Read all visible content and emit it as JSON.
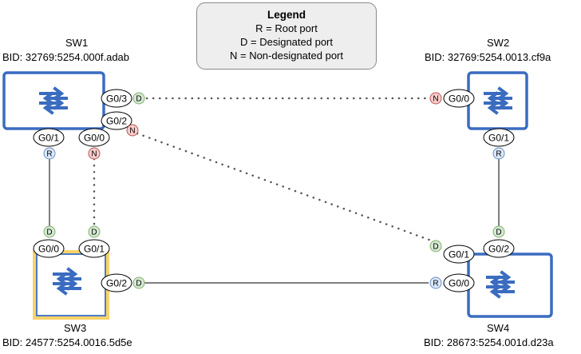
{
  "legend": {
    "title": "Legend",
    "items": [
      "R = Root port",
      "D = Designated port",
      "N = Non-designated port"
    ]
  },
  "switches": [
    {
      "id": "sw1",
      "name": "SW1",
      "bid": "BID: 32769:5254.000f.adab",
      "is_root_bridge": false
    },
    {
      "id": "sw2",
      "name": "SW2",
      "bid": "BID: 32769:5254.0013.cf9a",
      "is_root_bridge": false
    },
    {
      "id": "sw3",
      "name": "SW3",
      "bid": "BID: 24577:5254.0016.5d5e",
      "is_root_bridge": true
    },
    {
      "id": "sw4",
      "name": "SW4",
      "bid": "BID: 28673:5254.001d.d23a",
      "is_root_bridge": false
    }
  ],
  "ports": [
    {
      "id": "sw1-g03",
      "switch": "SW1",
      "label": "G0/3",
      "role": "D"
    },
    {
      "id": "sw1-g02",
      "switch": "SW1",
      "label": "G0/2",
      "role": "N"
    },
    {
      "id": "sw1-g01",
      "switch": "SW1",
      "label": "G0/1",
      "role": "R"
    },
    {
      "id": "sw1-g00",
      "switch": "SW1",
      "label": "G0/0",
      "role": "N"
    },
    {
      "id": "sw2-g00",
      "switch": "SW2",
      "label": "G0/0",
      "role": "N"
    },
    {
      "id": "sw2-g01",
      "switch": "SW2",
      "label": "G0/1",
      "role": "R"
    },
    {
      "id": "sw3-g00",
      "switch": "SW3",
      "label": "G0/0",
      "role": "D"
    },
    {
      "id": "sw3-g01",
      "switch": "SW3",
      "label": "G0/1",
      "role": "D"
    },
    {
      "id": "sw3-g02",
      "switch": "SW3",
      "label": "G0/2",
      "role": "D"
    },
    {
      "id": "sw4-g01",
      "switch": "SW4",
      "label": "G0/1",
      "role": "D"
    },
    {
      "id": "sw4-g02",
      "switch": "SW4",
      "label": "G0/2",
      "role": "D"
    },
    {
      "id": "sw4-g00",
      "switch": "SW4",
      "label": "G0/0",
      "role": "R"
    }
  ],
  "links": [
    {
      "a": "SW1 G0/3",
      "b": "SW2 G0/0",
      "state": "blocked"
    },
    {
      "a": "SW1 G0/2",
      "b": "SW4 G0/1",
      "state": "blocked"
    },
    {
      "a": "SW1 G0/1",
      "b": "SW3 G0/0",
      "state": "forwarding"
    },
    {
      "a": "SW1 G0/0",
      "b": "SW3 G0/1",
      "state": "blocked"
    },
    {
      "a": "SW2 G0/1",
      "b": "SW4 G0/2",
      "state": "forwarding"
    },
    {
      "a": "SW3 G0/2",
      "b": "SW4 G0/0",
      "state": "forwarding"
    }
  ],
  "colors": {
    "switch_border": "#3a6cc0",
    "switch_icon": "#3a6cc0",
    "root_bridge_highlight": "#f8d36a",
    "designated_fill": "#d5e8d4",
    "designated_stroke": "#82b366",
    "nondesignated_fill": "#f8cecc",
    "nondesignated_stroke": "#b85450",
    "root_fill": "#dae8fc",
    "root_stroke": "#6c8ebf",
    "link_line": "#555555",
    "legend_bg": "#eeeeee"
  }
}
